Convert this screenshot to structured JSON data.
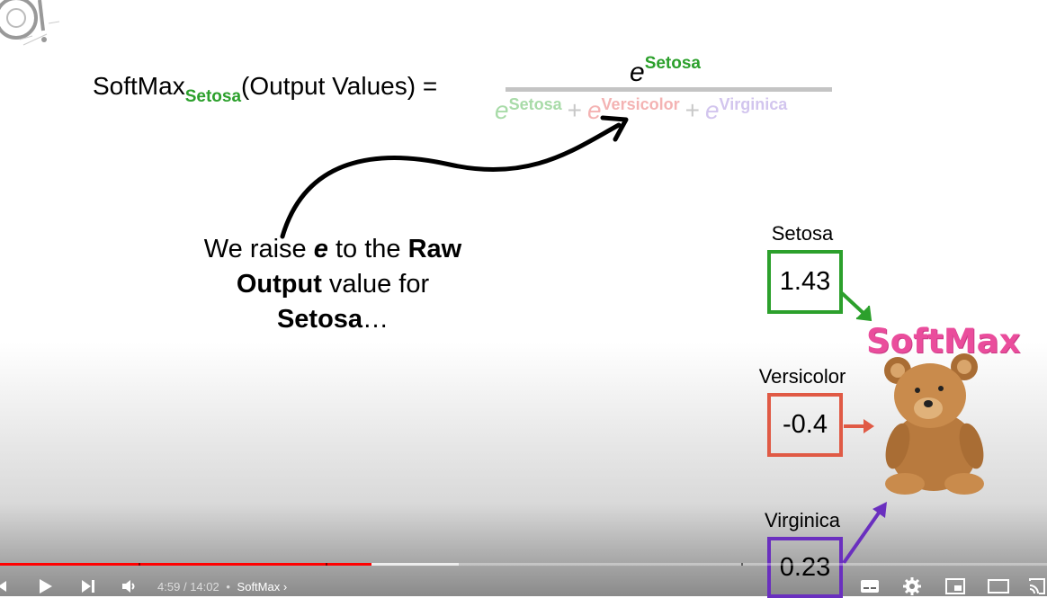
{
  "formula": {
    "lhs_main": "SoftMax",
    "lhs_sub": "Setosa",
    "lhs_rest": "(Output Values) =",
    "numerator_base": "e",
    "numerator_exp": "Setosa",
    "denominator": {
      "base": "e",
      "plus": "+",
      "terms": [
        "Setosa",
        "Versicolor",
        "Virginica"
      ]
    }
  },
  "explanation": {
    "line1_a": "We raise ",
    "line1_e": "e",
    "line1_b": " to the ",
    "line1_raw": "Raw",
    "line2_output": "Output",
    "line2_b": " value for",
    "line3_setosa": "Setosa",
    "line3_ellipsis": "…"
  },
  "classes": [
    {
      "label": "Setosa",
      "value": "1.43",
      "color": "#2ca02c"
    },
    {
      "label": "Versicolor",
      "value": "-0.4",
      "color": "#e05a45"
    },
    {
      "label": "Virginica",
      "value": "0.23",
      "color": "#6a2fbf"
    }
  ],
  "softmax_title": "SoftMax",
  "player": {
    "current_time": "4:59",
    "separator": "/",
    "duration": "14:02",
    "chapter_dot": "•",
    "chapter": "SoftMax",
    "chevron": "›",
    "played_fraction": 0.355,
    "icons": [
      "prev-icon",
      "play-icon",
      "next-icon",
      "volume-icon",
      "subtitles-icon",
      "settings-icon",
      "miniplayer-icon",
      "theater-icon",
      "cast-icon"
    ],
    "accent": "#ff0000"
  }
}
